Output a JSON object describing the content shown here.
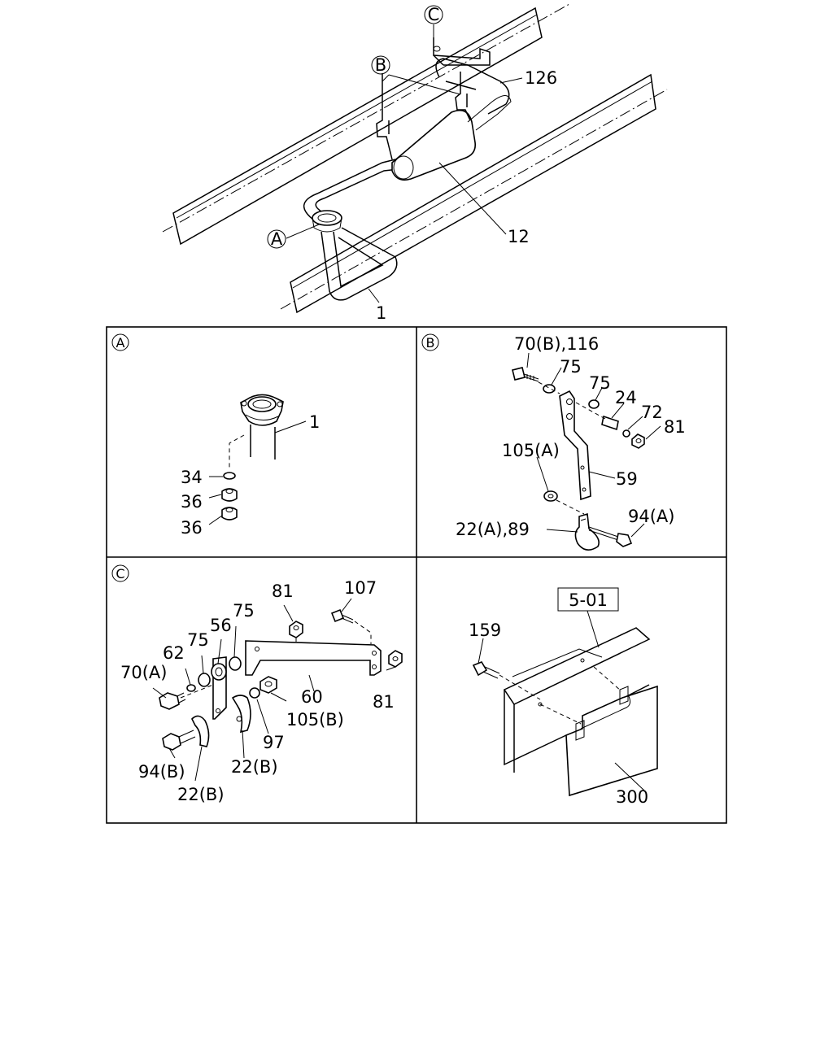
{
  "callouts": {
    "main": {
      "a": "A",
      "b": "B",
      "c": "C",
      "p126": "126",
      "p12": "12",
      "p1": "1"
    },
    "panel_a": {
      "marker": "A",
      "p1": "1",
      "p34": "34",
      "p36a": "36",
      "p36b": "36"
    },
    "panel_b": {
      "marker": "B",
      "p70b116": "70(B),116",
      "p75a": "75",
      "p75b": "75",
      "p24": "24",
      "p72": "72",
      "p81": "81",
      "p105a": "105(A)",
      "p59": "59",
      "p94a": "94(A)",
      "p22a89": "22(A),89"
    },
    "panel_c": {
      "marker": "C",
      "p81a": "81",
      "p107": "107",
      "p75a": "75",
      "p56": "56",
      "p75b": "75",
      "p62": "62",
      "p70a": "70(A)",
      "p60": "60",
      "p81b": "81",
      "p105b": "105(B)",
      "p97": "97",
      "p94b": "94(B)",
      "p22b1": "22(B)",
      "p22b2": "22(B)"
    },
    "panel_d": {
      "ref": "5-01",
      "p159": "159",
      "p300": "300"
    }
  }
}
